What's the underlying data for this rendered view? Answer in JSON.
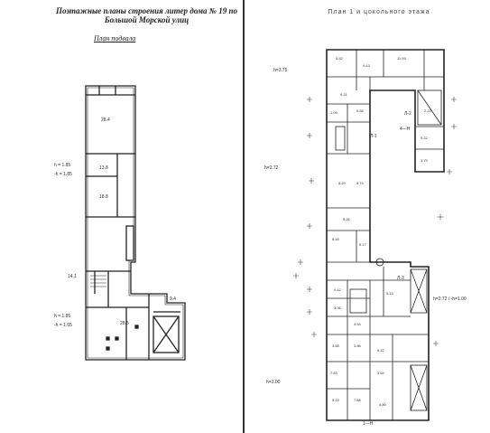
{
  "left_sheet": {
    "title": "Поэтажные планы строения литер дома № 19 по Большой Морской улиц",
    "subtitle": "План подвала",
    "level_marks": [
      "h = 1.85",
      "-h = 1.85",
      "h = 1.85",
      "-h = 1.65"
    ],
    "room_areas": [
      "28.4",
      "13.8",
      "18.8",
      "14.1",
      "28.5",
      "9.4"
    ]
  },
  "right_sheet": {
    "title": "План 1 и цокольного этажа",
    "height_marks": [
      "h=3.75",
      "h=2.72",
      "h=2.72 / -h=1.00",
      "h=3.00"
    ],
    "room_areas": [
      "5.52",
      "4.43",
      "11.99",
      "9.21",
      "5.56",
      "1.09",
      "2.23",
      "5.22",
      "3.79",
      "8.29",
      "8.74",
      "5.26",
      "8.46",
      "5.17",
      "4.42",
      "5.15",
      "3.96",
      "4.54",
      "3.88",
      "3.86",
      "6.42",
      "7.83",
      "3.64",
      "5.29",
      "4.80",
      "7.88"
    ],
    "stair_labels": [
      "Л-1",
      "Л-2",
      "Л-3"
    ],
    "axis_marks": [
      "1—H",
      "4—H"
    ]
  }
}
